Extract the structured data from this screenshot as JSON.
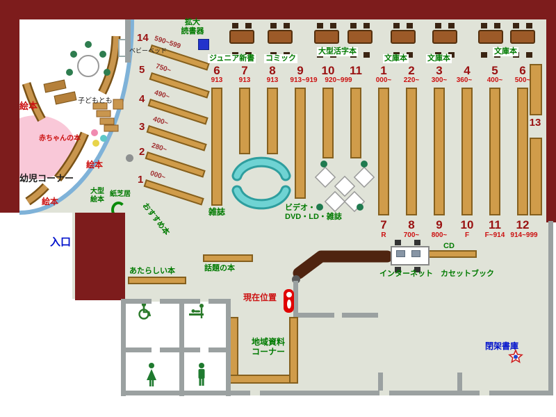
{
  "colors": {
    "wall": "#7d1c1c",
    "floor": "#e0e3d8",
    "shelf": "#d09c4a",
    "teal": "#6fd3d3",
    "green": "#007a00",
    "red": "#cc1111",
    "dark_red": "#991111",
    "blue": "#0011cc"
  },
  "labels": {
    "magnifier": "拡大\n読書器",
    "baby_bed": "ベビーベッド",
    "kodomo": "子どもとも",
    "baby_books": "赤ちゃんの本",
    "infant_corner": "幼児コーナー",
    "ehon_a": "絵本",
    "ehon_b": "絵本",
    "ehon_c": "絵本",
    "large_ehon": "大型\n絵本",
    "kamishibai": "紙芝居",
    "recommend": "おすすめ本",
    "magazines": "雑誌",
    "av": "ビデオ・\nDVD・LD・雑誌",
    "new_books": "あたらしい本",
    "topic_books": "話題の本",
    "current_location": "現在位置",
    "cd": "CD",
    "internet": "インターネット",
    "cassette": "カセットブック",
    "local_materials": "地域資料\nコーナー",
    "closed_stacks": "閉架書庫",
    "entrance": "入口",
    "shelf13": "13"
  },
  "categories": [
    "ジュニア新書",
    "コミック",
    "大型活字本",
    "文庫本",
    "文庫本",
    "文庫本"
  ],
  "diagonal_rows": [
    {
      "num": "14",
      "range": "590~599"
    },
    {
      "num": "5",
      "range": "750~"
    },
    {
      "num": "4",
      "range": "490~"
    },
    {
      "num": "3",
      "range": "400~"
    },
    {
      "num": "2",
      "range": "280~"
    },
    {
      "num": "1",
      "range": "000~"
    }
  ],
  "top_row": [
    {
      "num": "6",
      "range": "913"
    },
    {
      "num": "7",
      "range": "913"
    },
    {
      "num": "8",
      "range": "913"
    },
    {
      "num": "9",
      "range": "913~919"
    },
    {
      "num": "10",
      "range": "920~999"
    },
    {
      "num": "11",
      "range": ""
    },
    {
      "num": "1",
      "range": "000~"
    },
    {
      "num": "2",
      "range": "220~"
    },
    {
      "num": "3",
      "range": "300~"
    },
    {
      "num": "4",
      "range": "360~"
    },
    {
      "num": "5",
      "range": "400~"
    },
    {
      "num": "6",
      "range": "500~"
    }
  ],
  "bottom_row": [
    {
      "num": "7",
      "range": "R"
    },
    {
      "num": "8",
      "range": "700~"
    },
    {
      "num": "9",
      "range": "800~"
    },
    {
      "num": "10",
      "range": "F"
    },
    {
      "num": "11",
      "range": "F~914"
    },
    {
      "num": "12",
      "range": "914~999"
    }
  ]
}
